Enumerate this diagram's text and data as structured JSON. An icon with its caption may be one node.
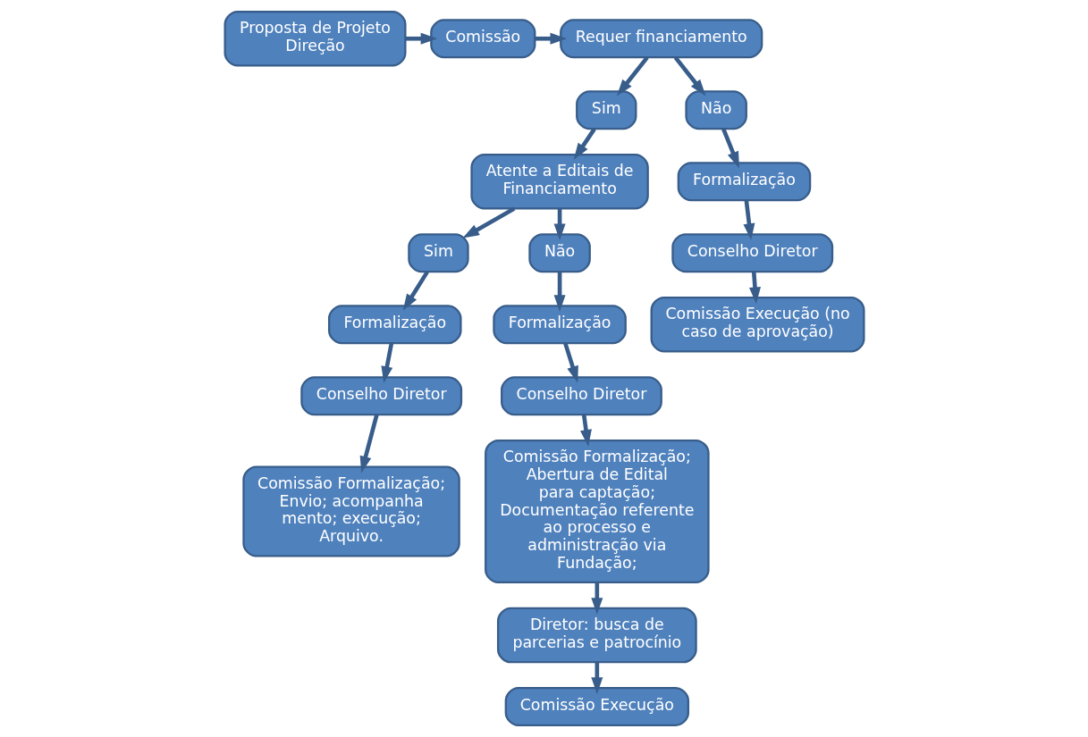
{
  "diagram": {
    "nodes": [
      {
        "text": [
          "Proposta de Projeto Direção"
        ]
      },
      {
        "text": [
          "Comissão"
        ]
      },
      {
        "text": [
          "Requer financiamento"
        ]
      },
      {
        "text": [
          "Atente a Editais de Financiamento"
        ]
      },
      {
        "text": [
          "Sim"
        ]
      },
      {
        "text": [
          "Não"
        ]
      },
      {
        "text": [
          "Sim"
        ]
      },
      {
        "text": [
          "Não"
        ]
      },
      {
        "text": [
          "Formalização"
        ]
      },
      {
        "text": [
          "Formalização"
        ]
      },
      {
        "text": [
          "Formalização"
        ]
      },
      {
        "text": [
          "Conselho Diretor"
        ]
      },
      {
        "text": [
          "Conselho Diretor"
        ]
      },
      {
        "text": [
          "Conselho Diretor"
        ]
      },
      {
        "text": [
          "Comissão Formalização; Envio; acompanha mento; execução; Arquivo."
        ]
      },
      {
        "text": [
          "Comissão Formalização; Abertura de Edital para captação; Documentação referente ao processo e administração via Fundação;"
        ]
      },
      {
        "text": [
          "Diretor: busca de parcerias e patrocínio"
        ]
      },
      {
        "text": [
          "Comissão Execução"
        ]
      },
      {
        "text": [
          "Comissão Execução (no caso de aprovação)"
        ]
      }
    ],
    "edges": [
      {
        "from": 0,
        "to": 1,
        "arrow": "to"
      },
      {
        "from": 1,
        "to": 2,
        "arrow": "to"
      },
      {
        "from": 2,
        "to": 4,
        "arrow": "to"
      },
      {
        "from": 2,
        "to": 5,
        "arrow": "to"
      },
      {
        "from": 4,
        "to": 3,
        "arrow": "to"
      },
      {
        "from": 3,
        "to": 6,
        "arrow": "to"
      },
      {
        "from": 3,
        "to": 7,
        "arrow": "to"
      },
      {
        "from": 6,
        "to": 8,
        "arrow": "to"
      },
      {
        "from": 8,
        "to": 11,
        "arrow": "to"
      },
      {
        "from": 11,
        "to": 14,
        "arrow": "to"
      },
      {
        "from": 7,
        "to": 9,
        "arrow": "to"
      },
      {
        "from": 9,
        "to": 12,
        "arrow": "to"
      },
      {
        "from": 12,
        "to": 15,
        "arrow": "to"
      },
      {
        "from": 15,
        "to": 16,
        "arrow": "to"
      },
      {
        "from": 16,
        "to": 17,
        "arrow": "to"
      },
      {
        "from": 5,
        "to": 10,
        "arrow": "to"
      },
      {
        "from": 10,
        "to": 13,
        "arrow": "to"
      },
      {
        "from": 13,
        "to": 18,
        "arrow": "to"
      }
    ]
  }
}
